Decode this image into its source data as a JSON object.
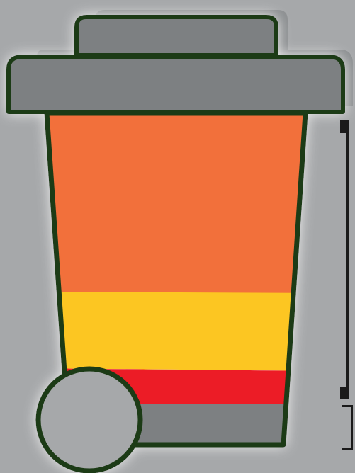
{
  "colors": {
    "background": "#a6a8aa",
    "glow": "#eeeeee",
    "outline": "#1f3a17",
    "lid": "#7d8082",
    "lid_shadow": "#8c8f91",
    "layers": {
      "orange": "#f26f3a",
      "yellow": "#fcc623",
      "red": "#ec1d25",
      "gray": "#7d8082"
    },
    "wheel": "#a6a8aa",
    "bracket": "#1a1a1a"
  },
  "bin": {
    "icon": "wheelie-bin-icon",
    "fill_layers": [
      "orange",
      "yellow",
      "red",
      "gray"
    ]
  }
}
